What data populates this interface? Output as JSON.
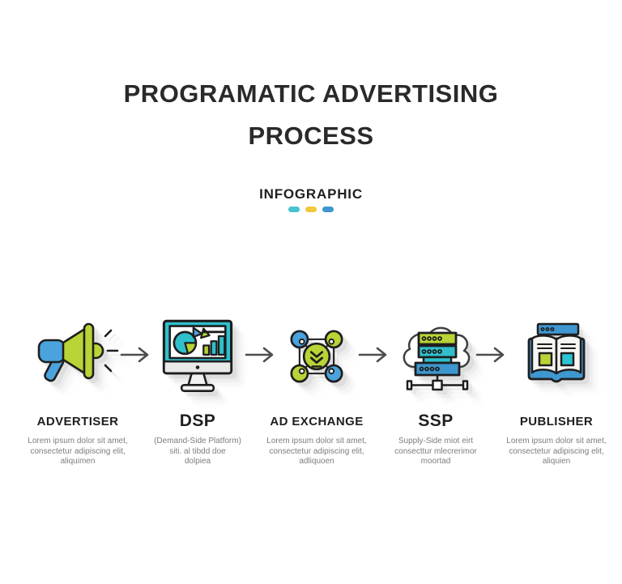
{
  "header": {
    "title_line1": "PROGRAMATIC ADVERTISING",
    "title_line2": "PROCESS",
    "subtitle": "INFOGRAPHIC",
    "divider_dashes": [
      {
        "name": "dash-teal",
        "color": "#47c2ce"
      },
      {
        "name": "dash-yellow",
        "color": "#f2c83c"
      },
      {
        "name": "dash-blue",
        "color": "#3e97cf"
      }
    ]
  },
  "palette": {
    "ink_outline": "#1e1e1e",
    "title_text": "#2a2a2a",
    "body_text": "#7d7d7d",
    "green": "#b8d436",
    "teal": "#2fc0cc",
    "blue": "#4aa3dc",
    "deep_blue": "#3e97cf",
    "arrow_gray": "#4d4d4d",
    "background": "#ffffff"
  },
  "steps": [
    {
      "id": "advertiser",
      "title": "ADVERTISER",
      "icon": "megaphone-icon",
      "desc": [
        "Lorem ipsum dolor sit amet,",
        "consectetur adipiscing elit,",
        "aliquimen"
      ]
    },
    {
      "id": "dsp",
      "title": "DSP",
      "icon": "monitor-analytics-icon",
      "desc": [
        "(Demand-Side Platform)",
        "siti. al tibdd doe",
        "dolpiea"
      ]
    },
    {
      "id": "ad-exchange",
      "title": "AD EXCHANGE",
      "icon": "network-exchange-icon",
      "desc": [
        "Lorem ipsum dolor sit amet,",
        "consectetur adipiscing elit,",
        "adliquoen"
      ]
    },
    {
      "id": "ssp",
      "title": "SSP",
      "icon": "server-cloud-icon",
      "desc": [
        "Supply-Side miot eirt",
        "consecttur mlecrerimor",
        "moortad"
      ]
    },
    {
      "id": "publisher",
      "title": "PUBLISHER",
      "icon": "open-book-icon",
      "desc": [
        "Lorem ipsum dolor sit amet,",
        "consectetur adipiscing elit,",
        "aliquien"
      ]
    }
  ],
  "arrows": {
    "icon": "arrow-right-icon",
    "count": 4
  }
}
